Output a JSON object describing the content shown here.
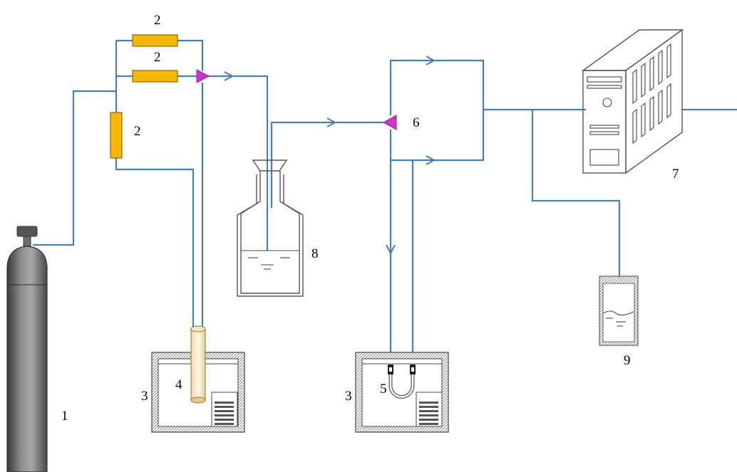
{
  "labels": {
    "gas_cylinder": "1",
    "flowmeter_top": "2",
    "flowmeter_middle": "2",
    "flowmeter_left": "2",
    "water_bath_left": "3",
    "water_bath_right": "3",
    "sample_tube": "4",
    "u_tube": "5",
    "six_way_valve": "6",
    "analyzer": "7",
    "gas_washing_bottle": "8",
    "beaker": "9"
  },
  "colors": {
    "pipe": "#4a7db1",
    "flowmeter": "#f5b800",
    "valve": "#cc33cc",
    "cylinder_dark": "#3c3c3c",
    "cylinder_light": "#9a9a9a"
  }
}
